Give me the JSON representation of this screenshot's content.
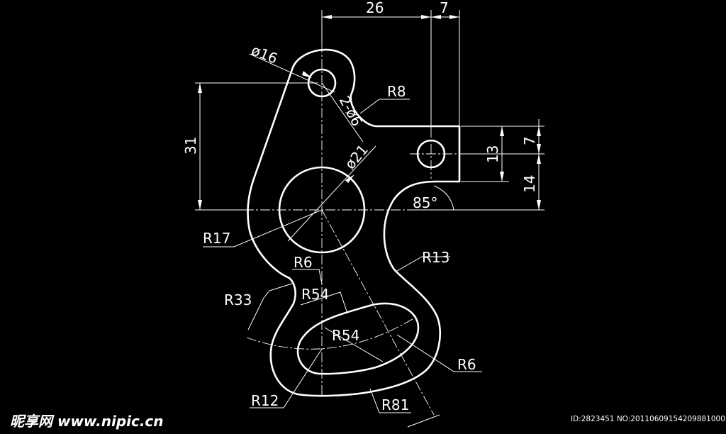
{
  "dimensions": {
    "top_26": "26",
    "top_7": "7",
    "left_31": "31",
    "right_13": "13",
    "right_7": "7",
    "right_14": "14",
    "dia_16": "ø16",
    "dia_21": "ø21",
    "holes_2x6": "2-ø6",
    "r8": "R8",
    "r17": "R17",
    "r6_upper": "R6",
    "r33": "R33",
    "r54_upper": "R54",
    "r54_lower": "R54",
    "r13": "R13",
    "r6_lower": "R6",
    "r12": "R12",
    "r81": "R81",
    "angle_85": "85°"
  },
  "watermark": {
    "logo": "昵享网 www.nipic.cn",
    "id_text": "ID:2823451 NO:20110609154209881000"
  }
}
